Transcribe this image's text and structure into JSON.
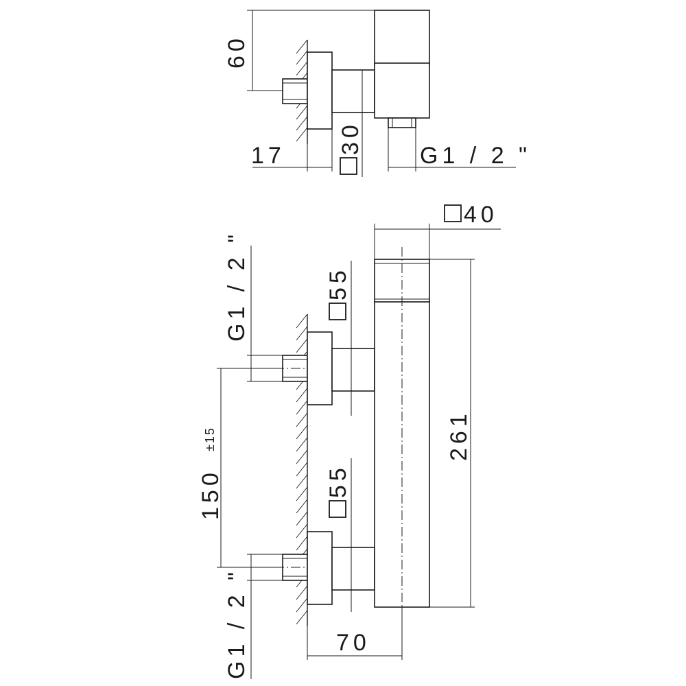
{
  "dimensions": {
    "top_height": "60",
    "top_wall_offset": "17",
    "top_square": "30",
    "top_outlet_thread": "G1 / 2 \"",
    "body_square": "40",
    "upper_inlet_square": "55",
    "lower_inlet_square": "55",
    "upper_inlet_thread": "G1 / 2 \"",
    "lower_inlet_thread": "G1 / 2 \"",
    "center_distance": "150",
    "center_tolerance": "±15",
    "body_height": "261",
    "body_depth": "70"
  }
}
